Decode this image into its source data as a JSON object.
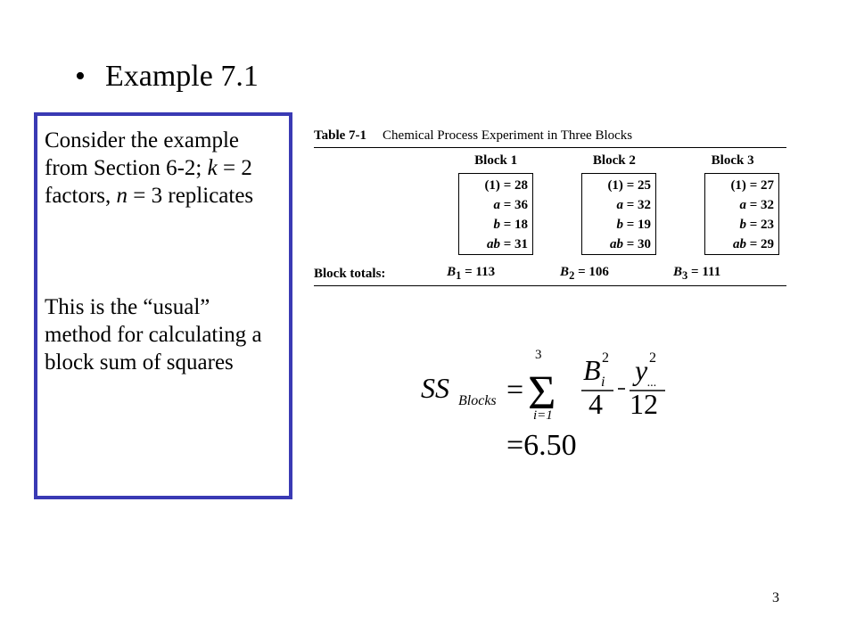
{
  "slide": {
    "bullet": "•",
    "title": "Example 7.1",
    "page_number": "3"
  },
  "note": {
    "line1_pre": "Consider the example from Section 6-2; ",
    "k_var": "k",
    "k_eq": " = 2 factors, ",
    "n_var": "n",
    "n_eq": " = 3 replicates",
    "line2": "This is the “usual” method for calculating a block sum of squares"
  },
  "table": {
    "number": "Table 7-1",
    "caption": "Chemical Process Experiment in Three Blocks",
    "block_headers": [
      "Block 1",
      "Block 2",
      "Block 3"
    ],
    "totals_label": "Block totals:",
    "blocks": [
      {
        "rows": [
          {
            "label": "(1)",
            "value": "28"
          },
          {
            "label": "a",
            "value": "36"
          },
          {
            "label": "b",
            "value": "18"
          },
          {
            "label": "ab",
            "value": "31"
          }
        ],
        "total_sym": "B",
        "total_sub": "1",
        "total": "113"
      },
      {
        "rows": [
          {
            "label": "(1)",
            "value": "25"
          },
          {
            "label": "a",
            "value": "32"
          },
          {
            "label": "b",
            "value": "19"
          },
          {
            "label": "ab",
            "value": "30"
          }
        ],
        "total_sym": "B",
        "total_sub": "2",
        "total": "106"
      },
      {
        "rows": [
          {
            "label": "(1)",
            "value": "27"
          },
          {
            "label": "a",
            "value": "32"
          },
          {
            "label": "b",
            "value": "23"
          },
          {
            "label": "ab",
            "value": "29"
          }
        ],
        "total_sym": "B",
        "total_sub": "3",
        "total": "111"
      }
    ]
  },
  "formula": {
    "lhs": "SS",
    "lhs_sub": "Blocks",
    "sum_upper": "3",
    "sum_lower": "i=1",
    "term1_num": "B",
    "term1_num_sub": "i",
    "term1_num_sup": "2",
    "term1_den": "4",
    "term2_num": "y",
    "term2_num_sub": "...",
    "term2_num_sup": "2",
    "term2_den": "12",
    "result": "=6.50"
  }
}
